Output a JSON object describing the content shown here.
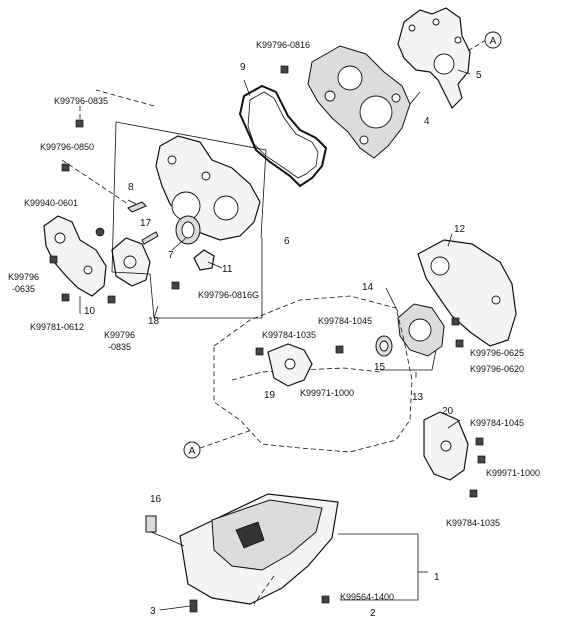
{
  "diagram": {
    "part_numbers": {
      "k0816_top": "K99796-0816",
      "k0835_top": "K99796-0835",
      "k0850": "K99796-0850",
      "k0601": "K99940-0601",
      "k0635": "K99796\n-0635",
      "k0612": "K99781-0612",
      "k0835_bot": "K99796\n-0835",
      "k0816g": "K99796-0816G",
      "k1035_mid": "K99784-1035",
      "k1045_mid": "K99784-1045",
      "k1000_mid": "K99971-1000",
      "k0625": "K99796-0625",
      "k0620": "K99796-0620",
      "k1045_right": "K99784-1045",
      "k1000_right": "K99971-1000",
      "k1035_right": "K99784-1035",
      "k1400": "K99564-1400"
    },
    "callouts": {
      "c1": "1",
      "c2": "2",
      "c3": "3",
      "c4": "4",
      "c5": "5",
      "c6": "6",
      "c7": "7",
      "c8": "8",
      "c9": "9",
      "c10": "10",
      "c11": "11",
      "c12": "12",
      "c13": "13",
      "c14": "14",
      "c15": "15",
      "c16": "16",
      "c17": "17",
      "c18": "18",
      "c19": "19",
      "c20": "20"
    },
    "markers": {
      "a_top": "A",
      "a_bottom": "A"
    }
  }
}
